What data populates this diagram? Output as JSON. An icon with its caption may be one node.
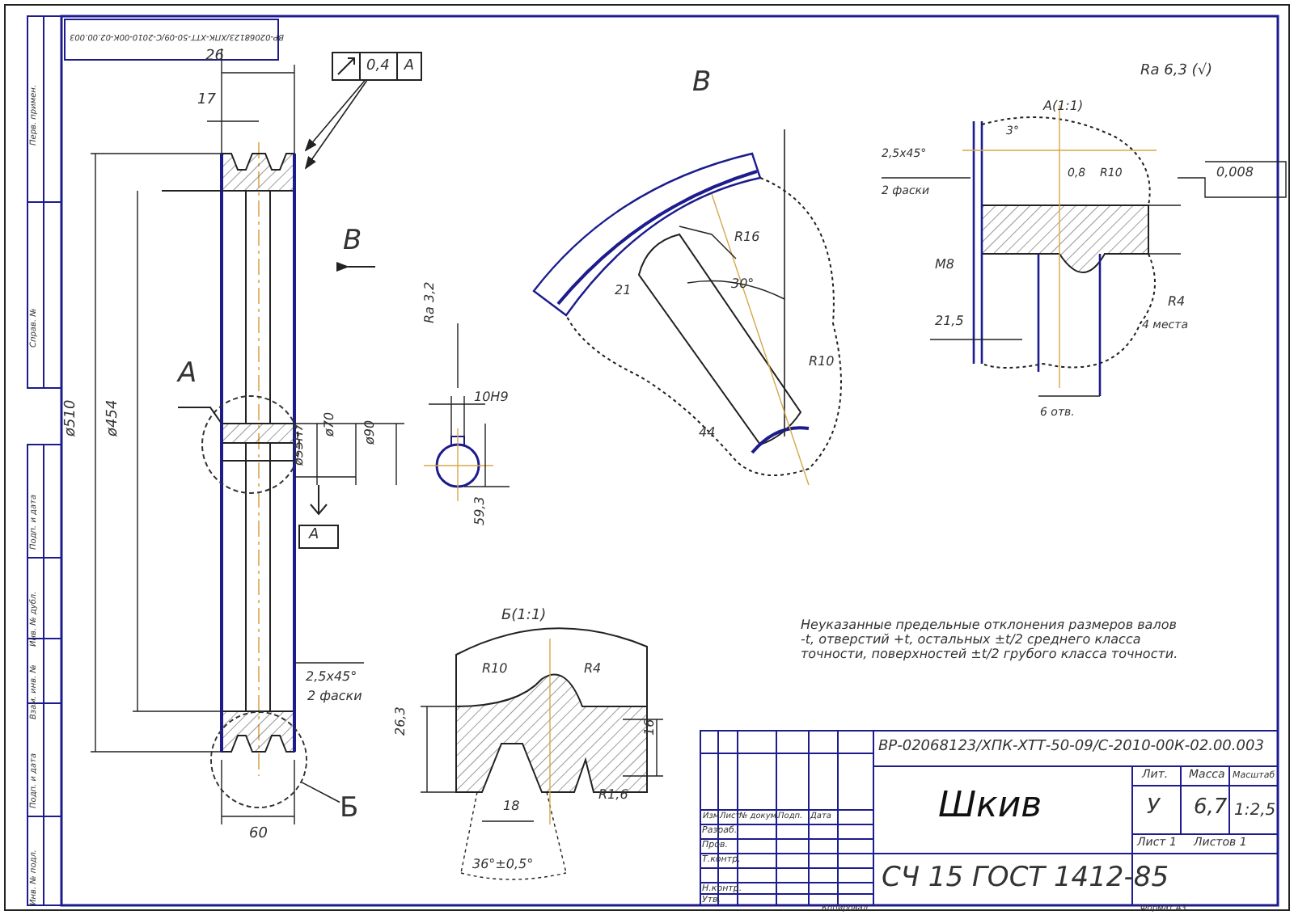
{
  "diagram": {
    "nodes": [
      {
        "text": [
          "0,4",
          "А"
        ]
      },
      {
        "text": [
          "Б"
        ]
      },
      {
        "text": [],
        "shape": "circle"
      }
    ],
    "edges": [
      {
        "from": 0,
        "to": null,
        "arrow": "to"
      },
      {
        "from": 0,
        "to": null,
        "arrow": "to"
      },
      {
        "from": 1,
        "to": 2,
        "arrow": "none"
      }
    ],
    "labels": [
      "ВР-02068123/ХПК-ХТТ-50-09/С-2010-00К-02.00.003",
      "26",
      "17",
      "В",
      "А",
      "ø510",
      "ø454",
      "ø55H7",
      "ø70",
      "ø90",
      "А",
      "Ra 3,2",
      "10H9",
      "59,3",
      "2,5x45°",
      "2 фаски",
      "60",
      "Б(1:1)",
      "R10",
      "R4",
      "26,3",
      "18",
      "R1,6",
      "36°±0,5°",
      "16",
      "В",
      "21",
      "R16",
      "30°",
      "R10",
      "44",
      "Ra 6,3 (√)",
      "А(1:1)",
      "2,5x45°",
      "2 фаски",
      "3°",
      "0,8",
      "R10",
      "0,008",
      "М8",
      "21,5",
      "R4",
      "4 места",
      "6 отв.",
      "Неуказанные предельные отклонения размеров валов -t, отверстий +t, остальных ±t/2 среднего класса точности, поверхностей ±t/2 грубого класса точности.",
      "ВР-02068123/ХПК-ХТТ-50-09/С-2010-00К-02.00.003",
      "Изм.",
      "Лист",
      "№ докум.",
      "Подп.",
      "Дата",
      "Разраб.",
      "Пров.",
      "Т.контр.",
      "Н.контр.",
      "Утв.",
      "Шкив",
      "Лит.",
      "Масса",
      "Масштаб",
      "У",
      "6,7",
      "1:2,5",
      "Лист 1",
      "Листов 1",
      "СЧ 15 ГОСТ 1412-85",
      "Копировал",
      "Формат А3",
      "Перв. примен.",
      "Справ. №",
      "Подп. и дата",
      "Инв. № дубл.",
      "Взам. инв. №",
      "Подп. и дата",
      "Инв. № подл."
    ]
  }
}
